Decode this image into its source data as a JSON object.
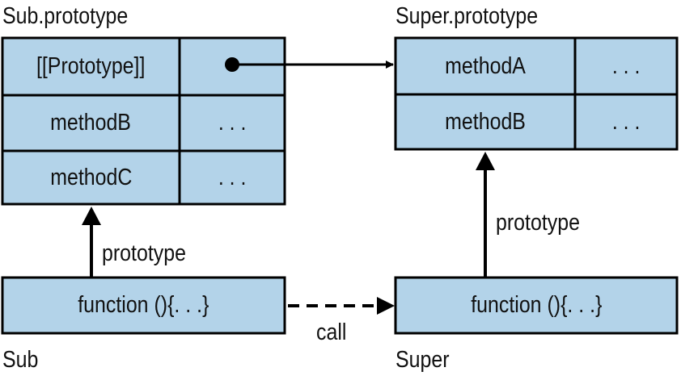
{
  "sub_prototype": {
    "title": "Sub.prototype",
    "rows": [
      {
        "name": "[[Prototype]]",
        "value": ""
      },
      {
        "name": "methodB",
        "value": ". . ."
      },
      {
        "name": "methodC",
        "value": ". . ."
      }
    ]
  },
  "super_prototype": {
    "title": "Super.prototype",
    "rows": [
      {
        "name": "methodA",
        "value": ". . ."
      },
      {
        "name": "methodB",
        "value": ". . ."
      }
    ]
  },
  "sub_function": {
    "body": "function (){. . .}",
    "caption": "Sub"
  },
  "super_function": {
    "body": "function (){. . .}",
    "caption": "Super"
  },
  "edges": {
    "sub_prototype_link": "prototype",
    "super_prototype_link": "prototype",
    "call_link": "call"
  },
  "colors": {
    "box_fill": "#b3d3e9",
    "stroke": "#000000"
  }
}
